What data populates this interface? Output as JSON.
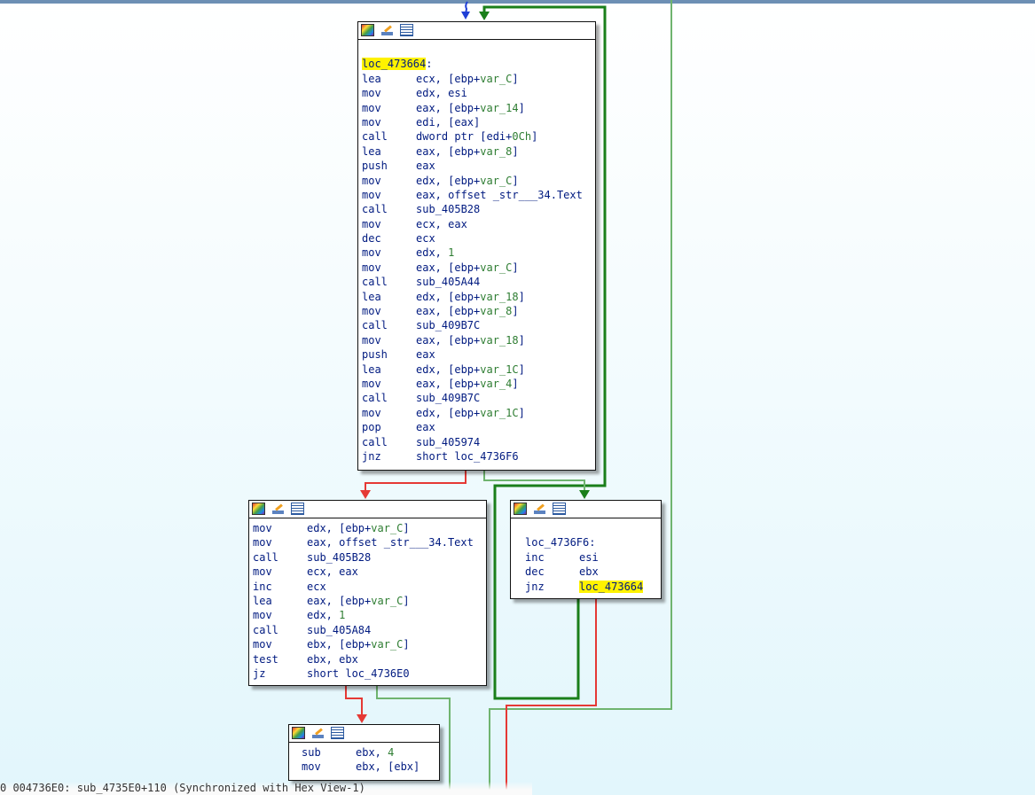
{
  "blocks": {
    "block_main": {
      "label": "loc_473664",
      "lines": [
        {
          "mnemonic": "lea",
          "operand": "ecx, [ebp+",
          "var": "var_C",
          "tail": "]"
        },
        {
          "mnemonic": "mov",
          "operand": "edx, esi"
        },
        {
          "mnemonic": "mov",
          "operand": "eax, [ebp+",
          "var": "var_14",
          "tail": "]"
        },
        {
          "mnemonic": "mov",
          "operand": "edi, [eax]"
        },
        {
          "mnemonic": "call",
          "operand": "dword ptr [edi+",
          "var": "0Ch",
          "tail": "]"
        },
        {
          "mnemonic": "lea",
          "operand": "eax, [ebp+",
          "var": "var_8",
          "tail": "]"
        },
        {
          "mnemonic": "push",
          "operand": "eax"
        },
        {
          "mnemonic": "mov",
          "operand": "edx, [ebp+",
          "var": "var_C",
          "tail": "]"
        },
        {
          "mnemonic": "mov",
          "operand": "eax, offset _str___34.Text"
        },
        {
          "mnemonic": "call",
          "operand": "sub_405B28"
        },
        {
          "mnemonic": "mov",
          "operand": "ecx, eax"
        },
        {
          "mnemonic": "dec",
          "operand": "ecx"
        },
        {
          "mnemonic": "mov",
          "operand": "edx, ",
          "var": "1"
        },
        {
          "mnemonic": "mov",
          "operand": "eax, [ebp+",
          "var": "var_C",
          "tail": "]"
        },
        {
          "mnemonic": "call",
          "operand": "sub_405A44"
        },
        {
          "mnemonic": "lea",
          "operand": "edx, [ebp+",
          "var": "var_18",
          "tail": "]"
        },
        {
          "mnemonic": "mov",
          "operand": "eax, [ebp+",
          "var": "var_8",
          "tail": "]"
        },
        {
          "mnemonic": "call",
          "operand": "sub_409B7C"
        },
        {
          "mnemonic": "mov",
          "operand": "eax, [ebp+",
          "var": "var_18",
          "tail": "]"
        },
        {
          "mnemonic": "push",
          "operand": "eax"
        },
        {
          "mnemonic": "lea",
          "operand": "edx, [ebp+",
          "var": "var_1C",
          "tail": "]"
        },
        {
          "mnemonic": "mov",
          "operand": "eax, [ebp+",
          "var": "var_4",
          "tail": "]"
        },
        {
          "mnemonic": "call",
          "operand": "sub_409B7C"
        },
        {
          "mnemonic": "mov",
          "operand": "edx, [ebp+",
          "var": "var_1C",
          "tail": "]"
        },
        {
          "mnemonic": "pop",
          "operand": "eax"
        },
        {
          "mnemonic": "call",
          "operand": "sub_405974"
        },
        {
          "mnemonic": "jnz",
          "operand": "short loc_4736F6"
        }
      ]
    },
    "block_left": {
      "lines": [
        {
          "mnemonic": "mov",
          "operand": "edx, [ebp+",
          "var": "var_C",
          "tail": "]"
        },
        {
          "mnemonic": "mov",
          "operand": "eax, offset _str___34.Text"
        },
        {
          "mnemonic": "call",
          "operand": "sub_405B28"
        },
        {
          "mnemonic": "mov",
          "operand": "ecx, eax"
        },
        {
          "mnemonic": "inc",
          "operand": "ecx"
        },
        {
          "mnemonic": "lea",
          "operand": "eax, [ebp+",
          "var": "var_C",
          "tail": "]"
        },
        {
          "mnemonic": "mov",
          "operand": "edx, ",
          "var": "1"
        },
        {
          "mnemonic": "call",
          "operand": "sub_405A84"
        },
        {
          "mnemonic": "mov",
          "operand": "ebx, [ebp+",
          "var": "var_C",
          "tail": "]"
        },
        {
          "mnemonic": "test",
          "operand": "ebx, ebx"
        },
        {
          "mnemonic": "jz",
          "operand": "short loc_4736E0"
        }
      ]
    },
    "block_right": {
      "label": "loc_4736F6",
      "lines": [
        {
          "mnemonic": "inc",
          "operand": "esi"
        },
        {
          "mnemonic": "dec",
          "operand": "ebx"
        },
        {
          "mnemonic": "jnz",
          "operand": "",
          "highlight": "loc_473664"
        }
      ]
    },
    "block_bottom": {
      "lines": [
        {
          "mnemonic": "sub",
          "operand": "ebx, ",
          "var": "4"
        },
        {
          "mnemonic": "mov",
          "operand": "ebx, [ebx]"
        }
      ]
    }
  },
  "toolbar_icons": [
    "graph-overview-icon",
    "edit-color-icon",
    "text-view-icon"
  ],
  "status_bar": {
    "text": "0 004736E0: sub_4735E0+110 (Synchronized with Hex View-1)"
  },
  "colors": {
    "edge_true": "#1a7f1a",
    "edge_false": "#e53935",
    "edge_uncond": "#1f3fd6",
    "edge_gray_green": "#6fb46f",
    "highlight": "#fff200"
  }
}
